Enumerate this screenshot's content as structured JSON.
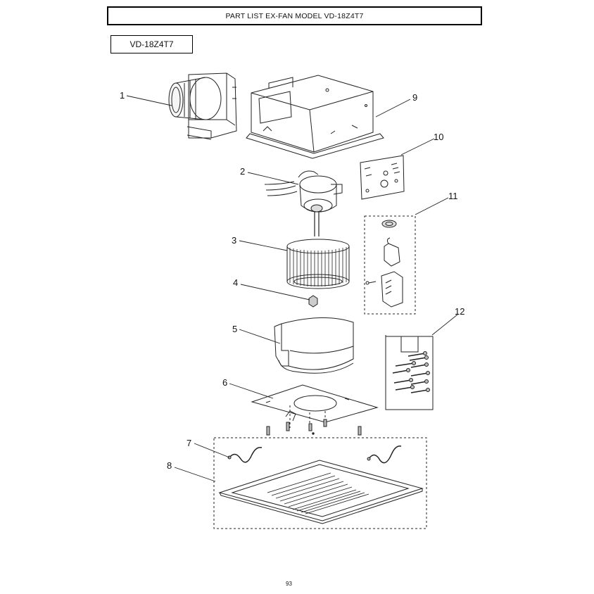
{
  "header": {
    "title": "PART LIST EX-FAN MODEL VD-18Z4T7"
  },
  "model": {
    "label": "VD-18Z4T7"
  },
  "callouts": [
    "1",
    "2",
    "3",
    "4",
    "5",
    "6",
    "7",
    "8",
    "9",
    "10",
    "11",
    "12"
  ],
  "footer": {
    "page_number": "93"
  }
}
